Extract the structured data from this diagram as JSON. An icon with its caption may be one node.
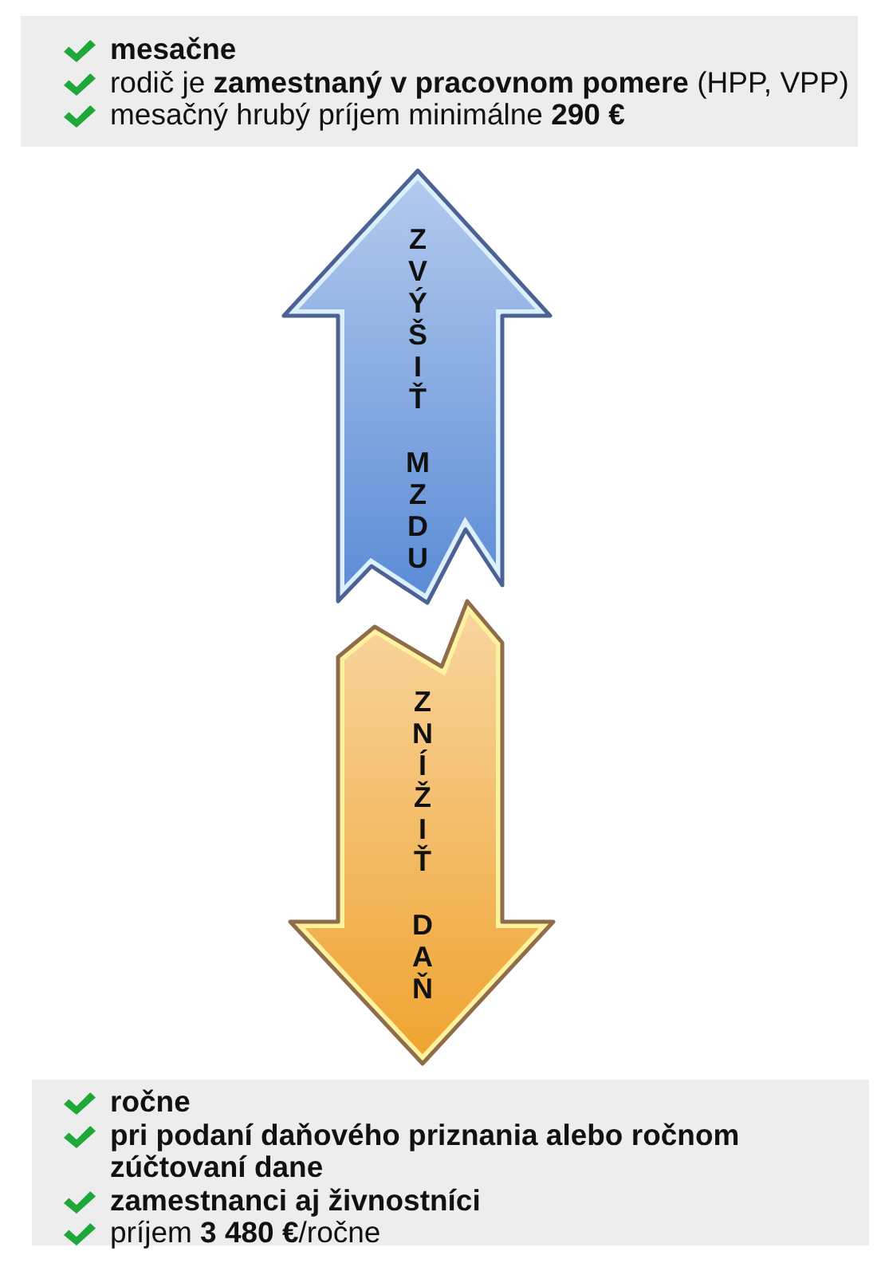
{
  "diagram": {
    "nodes": [
      {
        "text": [
          "mesačne",
          "rodič je **zamestnaný v pracovnom pomere** (HPP, VPP)",
          "mesačný hrubý príjem minimálne **290 €**"
        ]
      },
      {
        "text": [
          "ročne",
          "pri podaní daňového priznania alebo ročnom zúčtovaní dane",
          "zamestnanci aj živnostníci",
          "príjem **3 480 €**/ročne"
        ]
      }
    ],
    "edges": [
      {
        "from": null,
        "to": 0,
        "arrow": "to",
        "label": "ZVÝŠIŤ MZDU",
        "color": "#5a8bd6"
      },
      {
        "from": null,
        "to": 1,
        "arrow": "to",
        "label": "ZNÍŽIŤ DAŇ",
        "color": "#efa32f"
      }
    ]
  }
}
